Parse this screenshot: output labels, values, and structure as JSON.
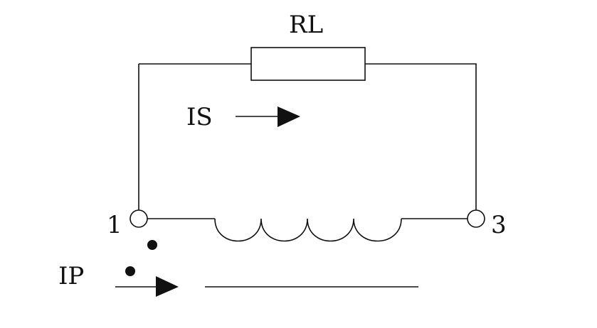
{
  "diagram": {
    "labels": {
      "resistor": "RL",
      "secondary_current": "IS",
      "primary_current": "IP",
      "terminal_left": "1",
      "terminal_right": "3"
    },
    "colors": {
      "stroke": "#111111",
      "background": "#ffffff"
    }
  }
}
